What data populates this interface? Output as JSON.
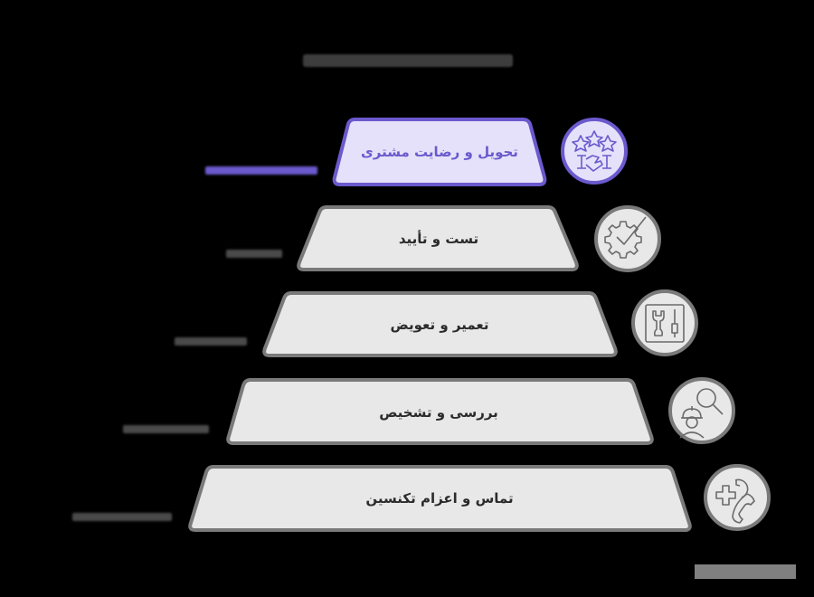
{
  "diagram": {
    "type": "pyramid",
    "direction": "rtl",
    "title": {
      "text": "",
      "legible": false
    },
    "colors": {
      "background": "#000000",
      "highlight_fill": "#e5e1fa",
      "highlight_stroke": "#6a5acd",
      "highlight_text": "#6a5acd",
      "default_fill": "#e8e8e8",
      "default_stroke": "#7a7a7a",
      "default_text": "#2b2b2b"
    },
    "tiers": [
      {
        "label": "تحویل و رضایت مشتری",
        "icon": "stars-handshake-icon",
        "highlighted": true,
        "side_label": ""
      },
      {
        "label": "تست و تأیید",
        "icon": "gear-check-icon",
        "highlighted": false,
        "side_label": ""
      },
      {
        "label": "تعمیر و تعویض",
        "icon": "tools-wrench-screwdriver-icon",
        "highlighted": false,
        "side_label": ""
      },
      {
        "label": "بررسی و تشخیص",
        "icon": "technician-search-icon",
        "highlighted": false,
        "side_label": ""
      },
      {
        "label": "تماس و اعزام تکنسین",
        "icon": "phone-medical-clock-icon",
        "highlighted": false,
        "side_label": ""
      }
    ],
    "footer": {
      "text": "",
      "legible": false
    }
  }
}
